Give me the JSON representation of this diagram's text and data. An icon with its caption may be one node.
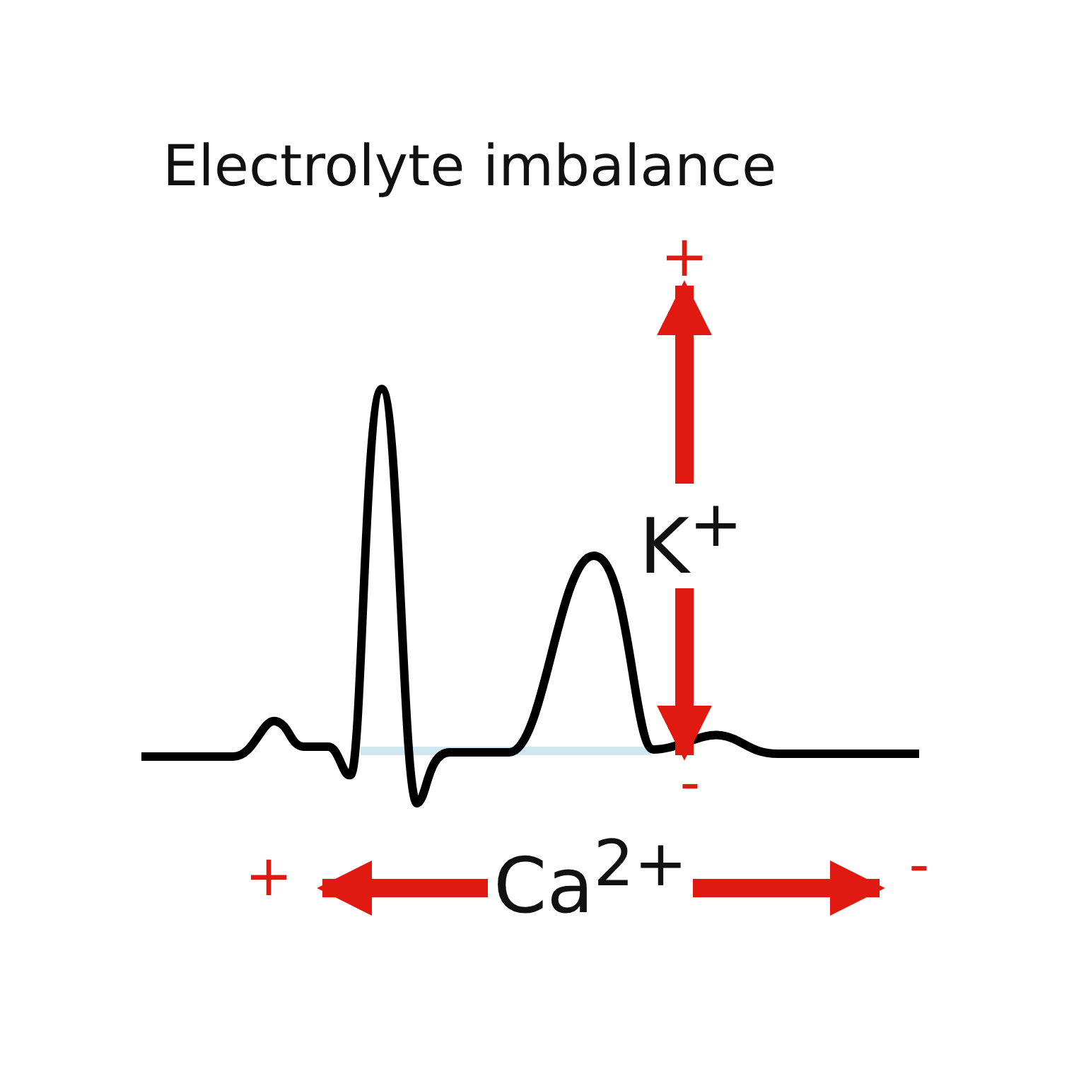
{
  "diagram": {
    "title": "Electrolyte imbalance",
    "nodes": [
      {
        "text": [
          "+"
        ]
      },
      {
        "text": [
          "-"
        ]
      },
      {
        "text": [
          "+"
        ]
      },
      {
        "text": [
          "-"
        ]
      }
    ],
    "edges": [
      {
        "from": 0,
        "to": 1,
        "arrow": "both",
        "label": "K$^{+}$"
      },
      {
        "from": 2,
        "to": 3,
        "arrow": "both",
        "label": "Ca$^{2+}$"
      }
    ]
  }
}
